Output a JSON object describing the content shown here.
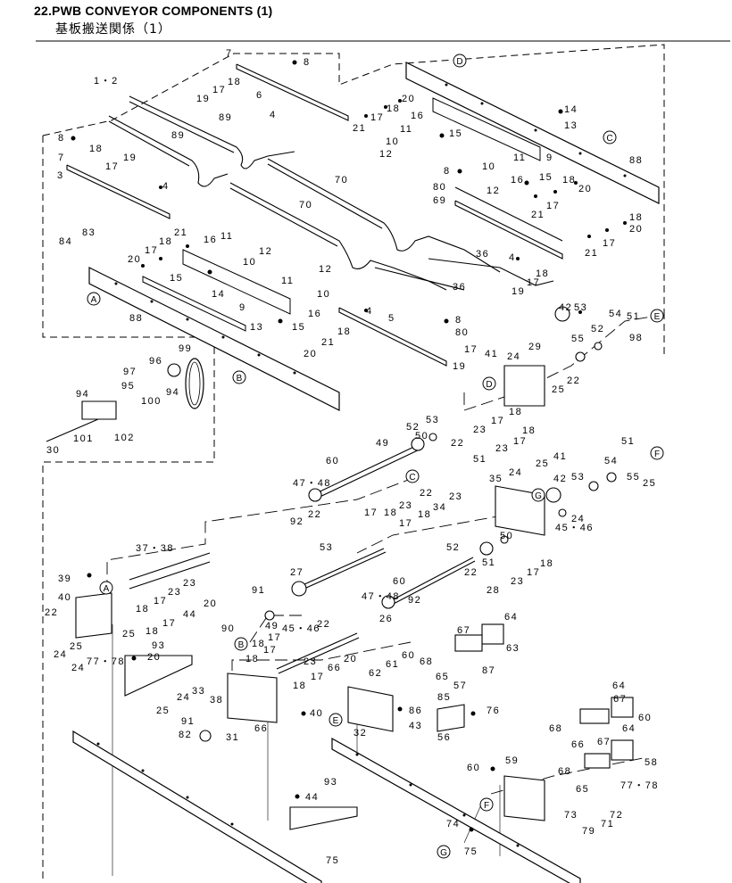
{
  "title": "22.PWB CONVEYOR COMPONENTS (1)",
  "subtitle": "基板搬送関係（1）",
  "part_labels": [
    {
      "id": "p1",
      "text": "1・2"
    },
    {
      "id": "p2",
      "text": "7"
    },
    {
      "id": "p3",
      "text": "8"
    },
    {
      "id": "p4",
      "text": "19"
    },
    {
      "id": "p5",
      "text": "17"
    },
    {
      "id": "p6",
      "text": "18"
    },
    {
      "id": "p7",
      "text": "6"
    },
    {
      "id": "p8",
      "text": "4"
    },
    {
      "id": "p9",
      "text": "89"
    },
    {
      "id": "p10",
      "text": "89"
    },
    {
      "id": "p11",
      "text": "8"
    },
    {
      "id": "p12",
      "text": "7"
    },
    {
      "id": "p13",
      "text": "18"
    },
    {
      "id": "p14",
      "text": "17"
    },
    {
      "id": "p15",
      "text": "19"
    },
    {
      "id": "p16",
      "text": "3"
    },
    {
      "id": "p17",
      "text": "4"
    },
    {
      "id": "p18",
      "text": "84"
    },
    {
      "id": "p19",
      "text": "83"
    },
    {
      "id": "p20",
      "text": "70"
    },
    {
      "id": "p21",
      "text": "70"
    },
    {
      "id": "p22",
      "text": "20"
    },
    {
      "id": "p23",
      "text": "21"
    },
    {
      "id": "p24",
      "text": "17"
    },
    {
      "id": "p25",
      "text": "18"
    },
    {
      "id": "p26",
      "text": "16"
    },
    {
      "id": "p27",
      "text": "11"
    },
    {
      "id": "p28",
      "text": "10"
    },
    {
      "id": "p29",
      "text": "12"
    },
    {
      "id": "p30",
      "text": "15"
    },
    {
      "id": "p31",
      "text": "14"
    },
    {
      "id": "p32",
      "text": "9"
    },
    {
      "id": "p33",
      "text": "13"
    },
    {
      "id": "p34",
      "text": "88"
    },
    {
      "id": "p35",
      "text": "11"
    },
    {
      "id": "p36",
      "text": "12"
    },
    {
      "id": "p37",
      "text": "10"
    },
    {
      "id": "p38",
      "text": "16"
    },
    {
      "id": "p39",
      "text": "15"
    },
    {
      "id": "p40",
      "text": "36"
    },
    {
      "id": "p41",
      "text": "36"
    },
    {
      "id": "p42",
      "text": "4"
    },
    {
      "id": "p43",
      "text": "5"
    },
    {
      "id": "p44",
      "text": "8"
    },
    {
      "id": "p45",
      "text": "80"
    },
    {
      "id": "p46",
      "text": "20"
    },
    {
      "id": "p47",
      "text": "21"
    },
    {
      "id": "p48",
      "text": "18"
    },
    {
      "id": "p49",
      "text": "17"
    },
    {
      "id": "p50",
      "text": "16"
    },
    {
      "id": "p51",
      "text": "11"
    },
    {
      "id": "p52",
      "text": "10"
    },
    {
      "id": "p53",
      "text": "12"
    },
    {
      "id": "p54",
      "text": "14"
    },
    {
      "id": "p55",
      "text": "13"
    },
    {
      "id": "p56",
      "text": "15"
    },
    {
      "id": "p57",
      "text": "88"
    },
    {
      "id": "p58",
      "text": "11"
    },
    {
      "id": "p59",
      "text": "9"
    },
    {
      "id": "p60",
      "text": "10"
    },
    {
      "id": "p61",
      "text": "12"
    },
    {
      "id": "p62",
      "text": "16"
    },
    {
      "id": "p63",
      "text": "15"
    },
    {
      "id": "p64",
      "text": "8"
    },
    {
      "id": "p65",
      "text": "80"
    },
    {
      "id": "p66",
      "text": "69"
    },
    {
      "id": "p67",
      "text": "18"
    },
    {
      "id": "p68",
      "text": "20"
    },
    {
      "id": "p69",
      "text": "21"
    },
    {
      "id": "p70",
      "text": "17"
    },
    {
      "id": "p71",
      "text": "18"
    },
    {
      "id": "p72",
      "text": "20"
    },
    {
      "id": "p73",
      "text": "21"
    },
    {
      "id": "p74",
      "text": "17"
    },
    {
      "id": "p75",
      "text": "4"
    },
    {
      "id": "p76",
      "text": "19"
    },
    {
      "id": "p77",
      "text": "17"
    },
    {
      "id": "p78",
      "text": "18"
    },
    {
      "id": "p79",
      "text": "20"
    },
    {
      "id": "p80",
      "text": "21"
    },
    {
      "id": "p81",
      "text": "18"
    },
    {
      "id": "p82",
      "text": "17"
    },
    {
      "id": "p83",
      "text": "19"
    },
    {
      "id": "p84",
      "text": "41"
    },
    {
      "id": "p85",
      "text": "42"
    },
    {
      "id": "p86",
      "text": "53"
    },
    {
      "id": "p87",
      "text": "54"
    },
    {
      "id": "p88",
      "text": "51"
    },
    {
      "id": "p89",
      "text": "52"
    },
    {
      "id": "p90",
      "text": "55"
    },
    {
      "id": "p91",
      "text": "98"
    },
    {
      "id": "p92",
      "text": "99"
    },
    {
      "id": "p93",
      "text": "96"
    },
    {
      "id": "p94",
      "text": "97"
    },
    {
      "id": "p95",
      "text": "94"
    },
    {
      "id": "p96",
      "text": "95"
    },
    {
      "id": "p97",
      "text": "100"
    },
    {
      "id": "p98",
      "text": "94"
    },
    {
      "id": "p99",
      "text": "101"
    },
    {
      "id": "p100",
      "text": "102"
    },
    {
      "id": "p101",
      "text": "30"
    },
    {
      "id": "p102",
      "text": "29"
    },
    {
      "id": "p103",
      "text": "24"
    },
    {
      "id": "p104",
      "text": "25"
    },
    {
      "id": "p105",
      "text": "22"
    },
    {
      "id": "p106",
      "text": "18"
    },
    {
      "id": "p107",
      "text": "17"
    },
    {
      "id": "p108",
      "text": "23"
    },
    {
      "id": "p109",
      "text": "22"
    },
    {
      "id": "p110",
      "text": "18"
    },
    {
      "id": "p111",
      "text": "17"
    },
    {
      "id": "p112",
      "text": "23"
    },
    {
      "id": "p113",
      "text": "51"
    },
    {
      "id": "p114",
      "text": "50"
    },
    {
      "id": "p115",
      "text": "52"
    },
    {
      "id": "p116",
      "text": "53"
    },
    {
      "id": "p117",
      "text": "49"
    },
    {
      "id": "p118",
      "text": "47・48"
    },
    {
      "id": "p119",
      "text": "60"
    },
    {
      "id": "p120",
      "text": "92"
    },
    {
      "id": "p121",
      "text": "22"
    },
    {
      "id": "p122",
      "text": "22"
    },
    {
      "id": "p123",
      "text": "23"
    },
    {
      "id": "p124",
      "text": "17"
    },
    {
      "id": "p125",
      "text": "18"
    },
    {
      "id": "p126",
      "text": "23"
    },
    {
      "id": "p127",
      "text": "17"
    },
    {
      "id": "p128",
      "text": "18"
    },
    {
      "id": "p129",
      "text": "34"
    },
    {
      "id": "p130",
      "text": "35"
    },
    {
      "id": "p131",
      "text": "24"
    },
    {
      "id": "p132",
      "text": "25"
    },
    {
      "id": "p133",
      "text": "41"
    },
    {
      "id": "p134",
      "text": "42"
    },
    {
      "id": "p135",
      "text": "53"
    },
    {
      "id": "p136",
      "text": "51"
    },
    {
      "id": "p137",
      "text": "54"
    },
    {
      "id": "p138",
      "text": "55"
    },
    {
      "id": "p139",
      "text": "25"
    },
    {
      "id": "p140",
      "text": "24"
    },
    {
      "id": "p141",
      "text": "45・46"
    },
    {
      "id": "p142",
      "text": "37・38"
    },
    {
      "id": "p143",
      "text": "53"
    },
    {
      "id": "p144",
      "text": "52"
    },
    {
      "id": "p145",
      "text": "50"
    },
    {
      "id": "p146",
      "text": "51"
    },
    {
      "id": "p147",
      "text": "22"
    },
    {
      "id": "p148",
      "text": "18"
    },
    {
      "id": "p149",
      "text": "17"
    },
    {
      "id": "p150",
      "text": "23"
    },
    {
      "id": "p151",
      "text": "28"
    },
    {
      "id": "p152",
      "text": "39"
    },
    {
      "id": "p153",
      "text": "27"
    },
    {
      "id": "p154",
      "text": "40"
    },
    {
      "id": "p155",
      "text": "91"
    },
    {
      "id": "p156",
      "text": "22"
    },
    {
      "id": "p157",
      "text": "18"
    },
    {
      "id": "p158",
      "text": "17"
    },
    {
      "id": "p159",
      "text": "23"
    },
    {
      "id": "p160",
      "text": "23"
    },
    {
      "id": "p161",
      "text": "20"
    },
    {
      "id": "p162",
      "text": "18"
    },
    {
      "id": "p163",
      "text": "17"
    },
    {
      "id": "p164",
      "text": "44"
    },
    {
      "id": "p165",
      "text": "90"
    },
    {
      "id": "p166",
      "text": "49"
    },
    {
      "id": "p167",
      "text": "60"
    },
    {
      "id": "p168",
      "text": "47・48"
    },
    {
      "id": "p169",
      "text": "92"
    },
    {
      "id": "p170",
      "text": "26"
    },
    {
      "id": "p171",
      "text": "25"
    },
    {
      "id": "p172",
      "text": "24"
    },
    {
      "id": "p173",
      "text": "25"
    },
    {
      "id": "p174",
      "text": "24"
    },
    {
      "id": "p175",
      "text": "77・78"
    },
    {
      "id": "p176",
      "text": "93"
    },
    {
      "id": "p177",
      "text": "20"
    },
    {
      "id": "p178",
      "text": "18"
    },
    {
      "id": "p179",
      "text": "17"
    },
    {
      "id": "p180",
      "text": "45・46"
    },
    {
      "id": "p181",
      "text": "22"
    },
    {
      "id": "p182",
      "text": "18"
    },
    {
      "id": "p183",
      "text": "17"
    },
    {
      "id": "p184",
      "text": "23"
    },
    {
      "id": "p185",
      "text": "20"
    },
    {
      "id": "p186",
      "text": "18"
    },
    {
      "id": "p187",
      "text": "17"
    },
    {
      "id": "p188",
      "text": "66"
    },
    {
      "id": "p189",
      "text": "64"
    },
    {
      "id": "p190",
      "text": "67"
    },
    {
      "id": "p191",
      "text": "63"
    },
    {
      "id": "p192",
      "text": "62"
    },
    {
      "id": "p193",
      "text": "61"
    },
    {
      "id": "p194",
      "text": "60"
    },
    {
      "id": "p195",
      "text": "68"
    },
    {
      "id": "p196",
      "text": "65"
    },
    {
      "id": "p197",
      "text": "87"
    },
    {
      "id": "p198",
      "text": "85"
    },
    {
      "id": "p199",
      "text": "57"
    },
    {
      "id": "p200",
      "text": "86"
    },
    {
      "id": "p201",
      "text": "76"
    },
    {
      "id": "p202",
      "text": "43"
    },
    {
      "id": "p203",
      "text": "56"
    },
    {
      "id": "p204",
      "text": "32"
    },
    {
      "id": "p205",
      "text": "25"
    },
    {
      "id": "p206",
      "text": "24"
    },
    {
      "id": "p207",
      "text": "33"
    },
    {
      "id": "p208",
      "text": "40"
    },
    {
      "id": "p209",
      "text": "91"
    },
    {
      "id": "p210",
      "text": "38"
    },
    {
      "id": "p211",
      "text": "82"
    },
    {
      "id": "p212",
      "text": "31"
    },
    {
      "id": "p213",
      "text": "66"
    },
    {
      "id": "p214",
      "text": "64"
    },
    {
      "id": "p215",
      "text": "67"
    },
    {
      "id": "p216",
      "text": "60"
    },
    {
      "id": "p217",
      "text": "68"
    },
    {
      "id": "p218",
      "text": "66"
    },
    {
      "id": "p219",
      "text": "64"
    },
    {
      "id": "p220",
      "text": "67"
    },
    {
      "id": "p221",
      "text": "58"
    },
    {
      "id": "p222",
      "text": "59"
    },
    {
      "id": "p223",
      "text": "60"
    },
    {
      "id": "p224",
      "text": "68"
    },
    {
      "id": "p225",
      "text": "65"
    },
    {
      "id": "p226",
      "text": "77・78"
    },
    {
      "id": "p227",
      "text": "93"
    },
    {
      "id": "p228",
      "text": "44"
    },
    {
      "id": "p229",
      "text": "73"
    },
    {
      "id": "p230",
      "text": "71"
    },
    {
      "id": "p231",
      "text": "72"
    },
    {
      "id": "p232",
      "text": "79"
    },
    {
      "id": "p233",
      "text": "74"
    },
    {
      "id": "p234",
      "text": "75"
    },
    {
      "id": "p235",
      "text": "75"
    }
  ],
  "callouts": [
    {
      "id": "c1",
      "text": "D"
    },
    {
      "id": "c2",
      "text": "C"
    },
    {
      "id": "c3",
      "text": "A"
    },
    {
      "id": "c4",
      "text": "B"
    },
    {
      "id": "c5",
      "text": "E"
    },
    {
      "id": "c6",
      "text": "D"
    },
    {
      "id": "c7",
      "text": "C"
    },
    {
      "id": "c8",
      "text": "G"
    },
    {
      "id": "c9",
      "text": "F"
    },
    {
      "id": "c10",
      "text": "A"
    },
    {
      "id": "c11",
      "text": "B"
    },
    {
      "id": "c12",
      "text": "E"
    },
    {
      "id": "c13",
      "text": "F"
    },
    {
      "id": "c14",
      "text": "G"
    }
  ]
}
